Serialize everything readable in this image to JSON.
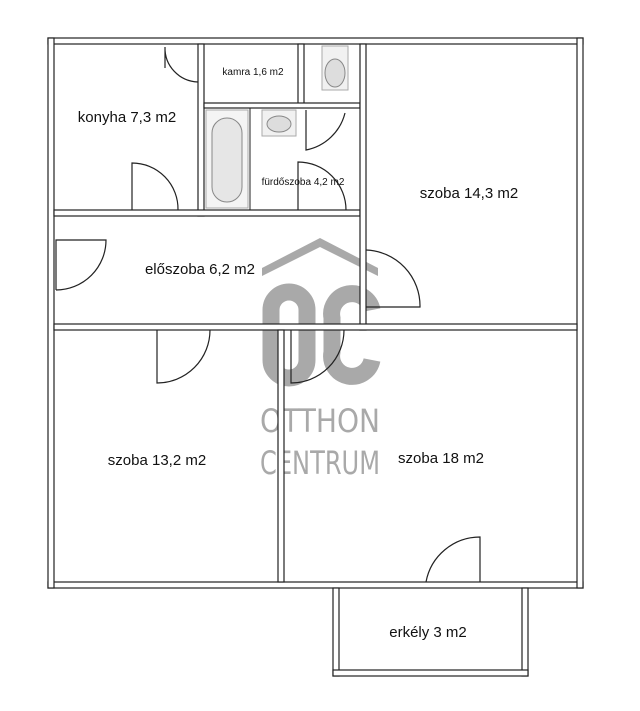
{
  "plan": {
    "rooms": [
      {
        "id": "konyha",
        "label": "konyha 7,3 m2"
      },
      {
        "id": "kamra",
        "label": "kamra 1,6 m2"
      },
      {
        "id": "furdoszoba",
        "label": "fürdőszoba 4,2 m2"
      },
      {
        "id": "eloszoba",
        "label": "előszoba 6,2 m2"
      },
      {
        "id": "szoba1",
        "label": "szoba 14,3 m2"
      },
      {
        "id": "szoba2",
        "label": "szoba 13,2 m2"
      },
      {
        "id": "szoba3",
        "label": "szoba 18 m2"
      },
      {
        "id": "erkely",
        "label": "erkély 3 m2"
      }
    ],
    "fixtures": [
      "toilet-icon",
      "bathtub-icon",
      "sink-icon"
    ]
  },
  "watermark": {
    "logo": "OC",
    "line1": "OTTHON",
    "line2": "CENTRUM",
    "color": "#a9a9a9"
  }
}
